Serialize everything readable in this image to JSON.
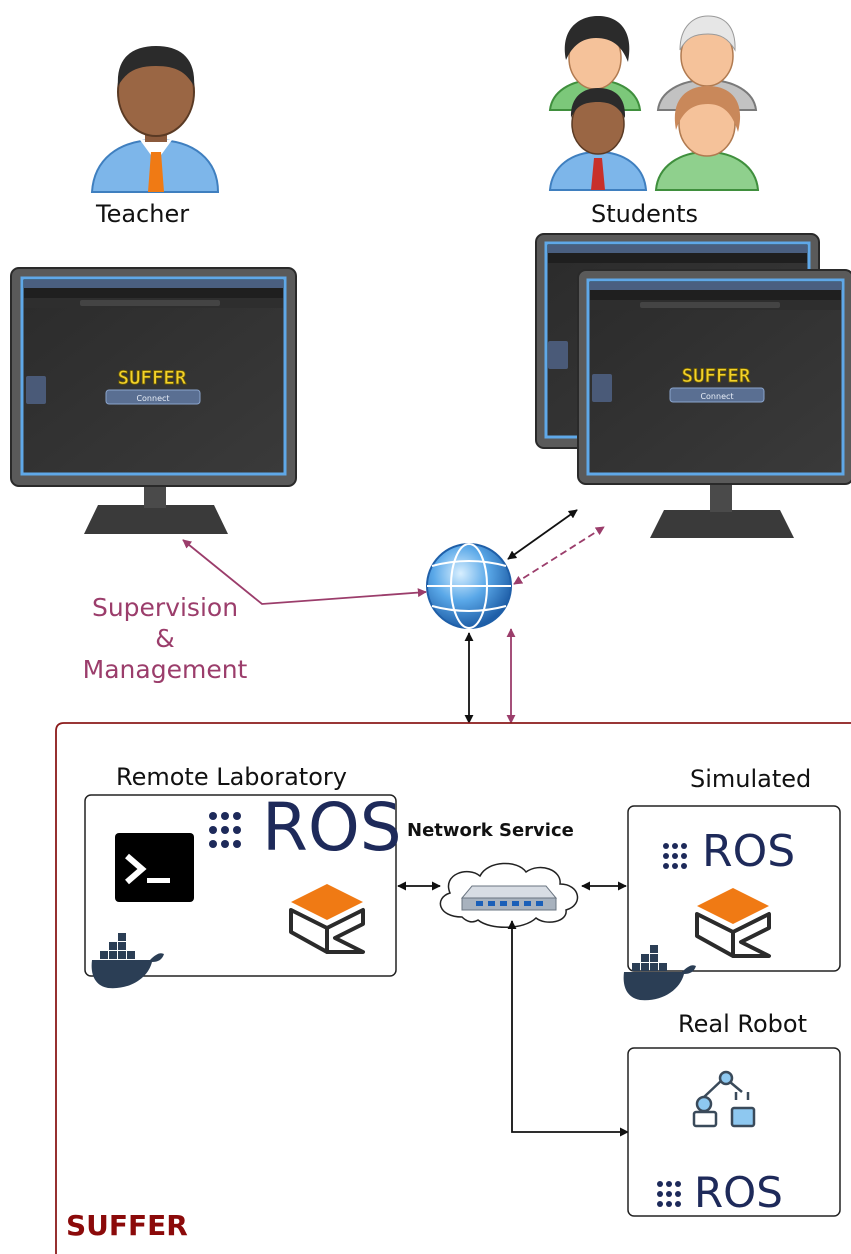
{
  "labels": {
    "teacher": "Teacher",
    "students": "Students",
    "supervision_line1": "Supervision",
    "supervision_line2": "&",
    "supervision_line3": "Management",
    "remote_lab": "Remote Laboratory",
    "simulated": "Simulated",
    "real_robot": "Real Robot",
    "network_service": "Network Service",
    "suffer": "SUFFER"
  },
  "screen": {
    "app_logo": "SUFFER",
    "connect_button": "Connect"
  },
  "ros": {
    "text": "ROS"
  },
  "icons": {
    "teacher": "teacher-avatar-icon",
    "students": "student-avatar-icon",
    "globe": "globe-icon",
    "switch": "network-switch-icon",
    "terminal": "terminal-icon",
    "gazebo": "gazebo-icon",
    "docker": "docker-icon",
    "robot_arm": "robot-arm-icon"
  },
  "colors": {
    "supervision": "#9b3d6b",
    "suffer": "#8b0a0a",
    "ros": "#1e2a5a",
    "gazebo": "#f07a14",
    "docker": "#1d3553"
  }
}
